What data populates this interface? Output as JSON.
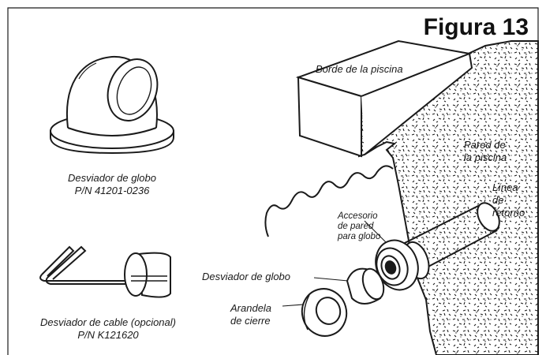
{
  "figure": {
    "title": "Figura 13"
  },
  "left_parts": {
    "globe_diverter": {
      "name": "Desviador de globo",
      "part_number": "P/N 41201-0236"
    },
    "cable_diverter": {
      "name": "Desviador de cable (opcional)",
      "part_number": "P/N K121620"
    }
  },
  "callouts": {
    "pool_edge": "Borde de la piscina",
    "pool_wall": [
      "Pared de",
      "la piscina"
    ],
    "return_line": [
      "Línea",
      "de",
      "retorno"
    ],
    "wall_fitting": [
      "Accesorio",
      "de pared",
      "para globo"
    ],
    "globe_diverter": "Desviador de globo",
    "seal_washer": [
      "Arandela",
      "de cierre"
    ]
  },
  "colors": {
    "line": "#1a1a1a",
    "background": "#ffffff"
  }
}
